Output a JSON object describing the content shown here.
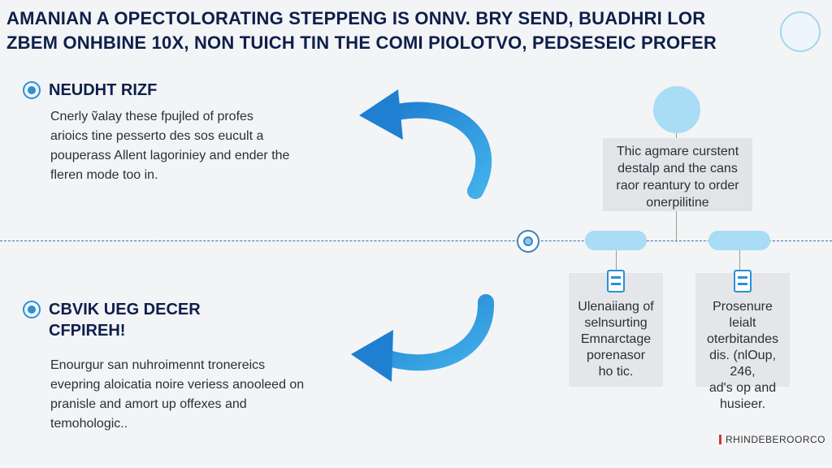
{
  "title": {
    "line1": "AMANIAN A OPECTOLORATING STEPPENG IS ONNV. BRY SEND, BUADHRI LOR",
    "line2": "ZBEM ONHBINE 10X, NON TUICH TIN THE COMI PIOLOTVO, PEDSESEIC PROFER"
  },
  "section1": {
    "heading": "NEUDHT RIZF",
    "body": [
      "Cnerly ṽalay these fpujled of profes",
      "arioics tine pesserto des sos eucult a",
      "pouperass Allent lagoriniey and ender the",
      "fleren mode too in."
    ]
  },
  "section2": {
    "heading_line1": "CBVIK UEG DECER",
    "heading_line2": "CFPIREH!",
    "body": [
      "Enourgur san nuhroimennt tronereics",
      "evepring aloicatia noire veriess anooleed on",
      "pranisle and amort up offexes and",
      "temohologic.."
    ]
  },
  "diagram": {
    "center_box": [
      "Thic agmare curstent",
      "destalp and the cans",
      "raor reantury to order",
      "onerpilitine"
    ],
    "card_left": [
      "Ulenaiiang of",
      "selnsurting",
      "Emnarctage",
      "porenasor",
      "ho tic."
    ],
    "card_right": [
      "Prosenure leialt",
      "oterbitandes",
      "dis. (nlOup, 246,",
      "ad's op and",
      "husieer."
    ]
  },
  "footer": {
    "brand": "RHINDEBEROORCO"
  },
  "colors": {
    "accent": "#2a91d6",
    "dark_text": "#0f1f4a",
    "light_blue": "#a9dcf5",
    "brand_red": "#d03a2f"
  },
  "icons": [
    "target-icon",
    "target-icon",
    "document-icon",
    "document-icon",
    "curved-arrow-icon",
    "logo-icon"
  ]
}
